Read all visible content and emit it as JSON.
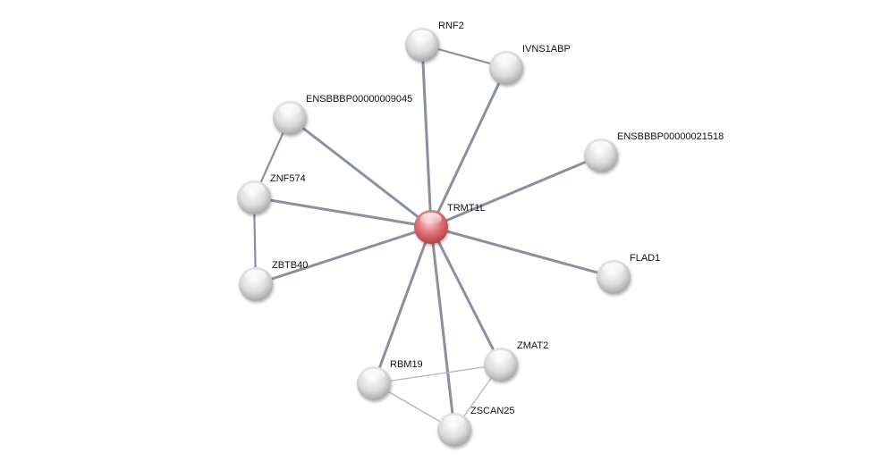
{
  "network": {
    "query_node": "TRMT1L",
    "colors": {
      "query": "#d9545a",
      "node": "#d8d8d8",
      "edge": "#8a8fa3",
      "edge_weak": "#b7b4c4"
    },
    "nodes": [
      {
        "id": "TRMT1L",
        "label": "TRMT1L",
        "query": true
      },
      {
        "id": "RNF2",
        "label": "RNF2"
      },
      {
        "id": "IVNS1ABP",
        "label": "IVNS1ABP"
      },
      {
        "id": "ENSBBBP00000009045",
        "label": "ENSBBBP00000009045"
      },
      {
        "id": "ENSBBBP00000021518",
        "label": "ENSBBBP00000021518"
      },
      {
        "id": "ZNF574",
        "label": "ZNF574"
      },
      {
        "id": "ZBTB40",
        "label": "ZBTB40"
      },
      {
        "id": "FLAD1",
        "label": "FLAD1"
      },
      {
        "id": "ZMAT2",
        "label": "ZMAT2"
      },
      {
        "id": "RBM19",
        "label": "RBM19"
      },
      {
        "id": "ZSCAN25",
        "label": "ZSCAN25"
      }
    ],
    "edges": [
      {
        "source": "TRMT1L",
        "target": "RNF2",
        "strength": "strong"
      },
      {
        "source": "TRMT1L",
        "target": "IVNS1ABP",
        "strength": "strong"
      },
      {
        "source": "TRMT1L",
        "target": "ENSBBBP00000009045",
        "strength": "strong"
      },
      {
        "source": "TRMT1L",
        "target": "ENSBBBP00000021518",
        "strength": "strong"
      },
      {
        "source": "TRMT1L",
        "target": "ZNF574",
        "strength": "strong"
      },
      {
        "source": "TRMT1L",
        "target": "ZBTB40",
        "strength": "strong"
      },
      {
        "source": "TRMT1L",
        "target": "FLAD1",
        "strength": "strong"
      },
      {
        "source": "TRMT1L",
        "target": "ZMAT2",
        "strength": "strong"
      },
      {
        "source": "TRMT1L",
        "target": "RBM19",
        "strength": "strong"
      },
      {
        "source": "TRMT1L",
        "target": "ZSCAN25",
        "strength": "strong"
      },
      {
        "source": "RNF2",
        "target": "IVNS1ABP",
        "strength": "medium"
      },
      {
        "source": "ENSBBBP00000009045",
        "target": "ZNF574",
        "strength": "medium"
      },
      {
        "source": "ZNF574",
        "target": "ZBTB40",
        "strength": "medium"
      },
      {
        "source": "RBM19",
        "target": "ZMAT2",
        "strength": "weak"
      },
      {
        "source": "RBM19",
        "target": "ZSCAN25",
        "strength": "weak"
      },
      {
        "source": "ZMAT2",
        "target": "ZSCAN25",
        "strength": "weak"
      }
    ]
  }
}
